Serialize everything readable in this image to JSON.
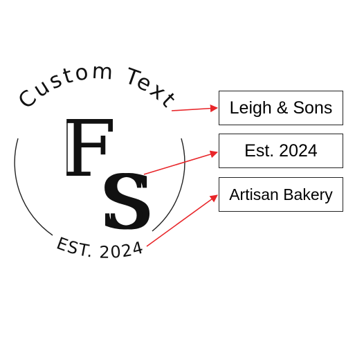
{
  "logo": {
    "arc_top_text": "Custom Text",
    "arc_bottom_text": "EST. 2024",
    "monogram": [
      "F",
      "S"
    ]
  },
  "labels": [
    {
      "text": "Leigh & Sons",
      "points_to": "Custom Text"
    },
    {
      "text": "Est. 2024",
      "points_to": "S"
    },
    {
      "text": "Artisan Bakery",
      "points_to": "EST. 2024"
    }
  ],
  "colors": {
    "ink": "#111111",
    "arrow": "#e8262a",
    "box_border": "#222222",
    "background": "#ffffff"
  }
}
